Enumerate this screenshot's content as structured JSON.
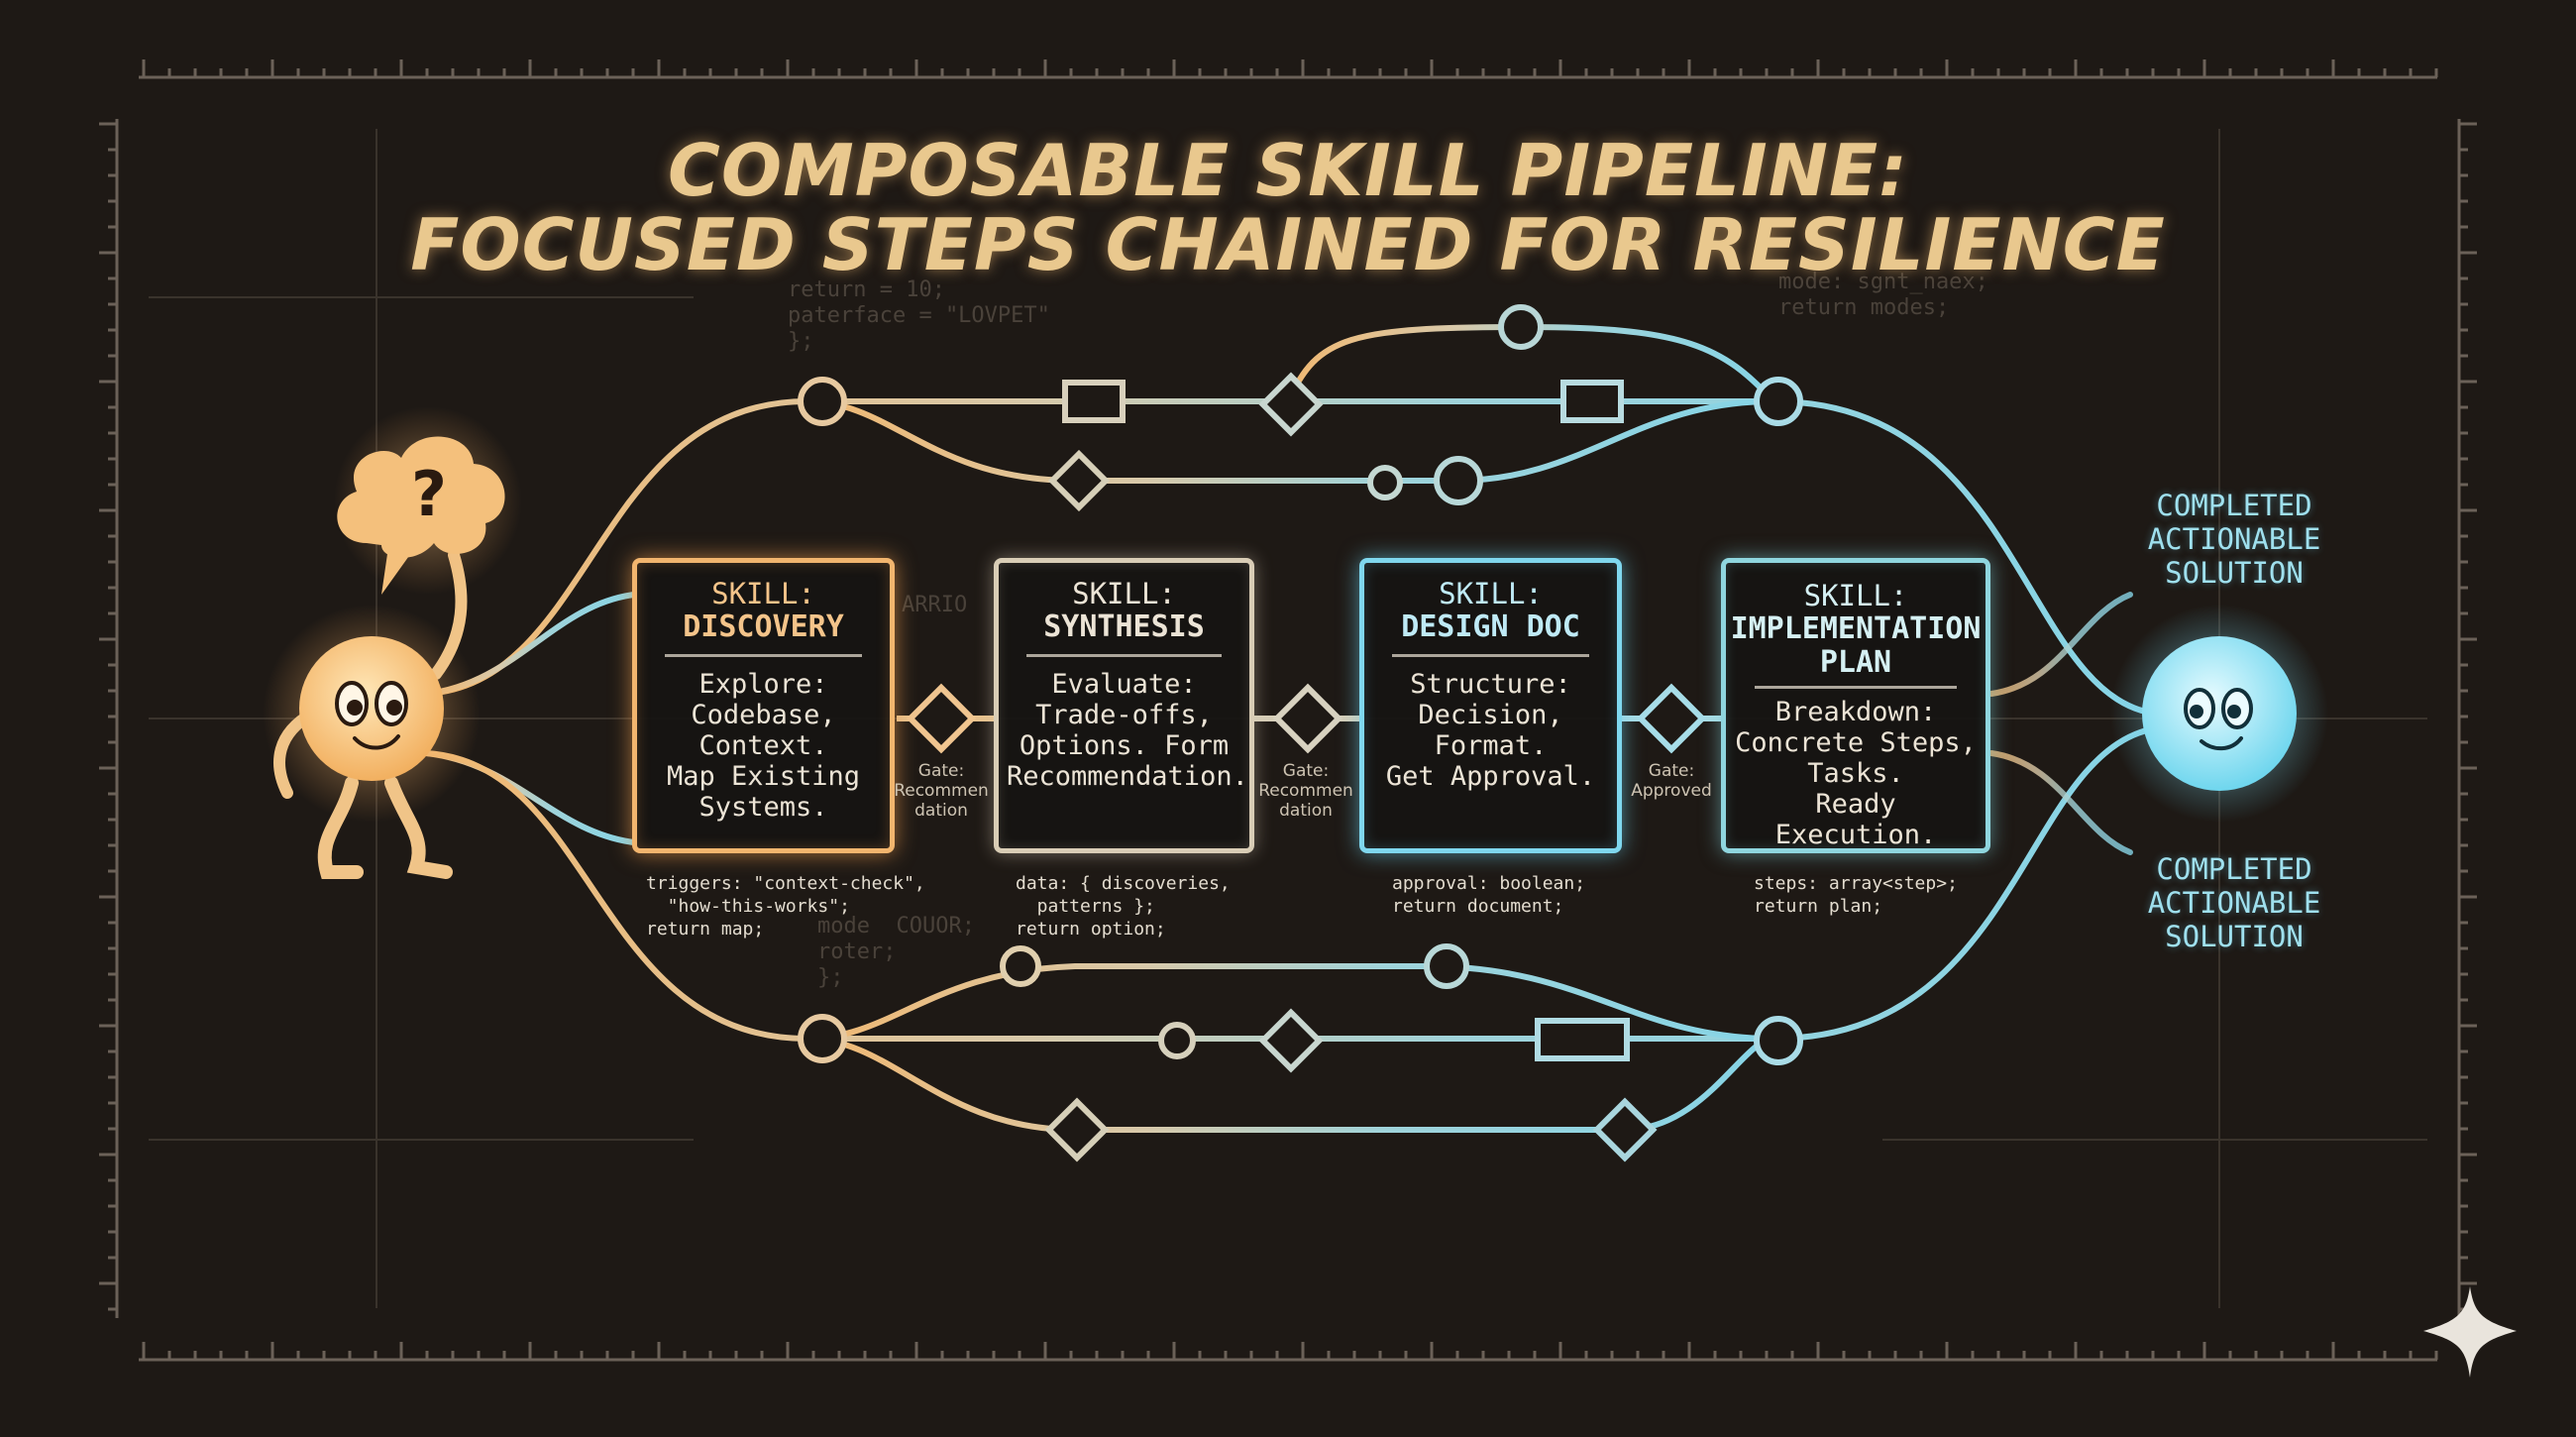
{
  "title": {
    "line1": "COMPOSABLE SKILL PIPELINE:",
    "line2": "FOCUSED STEPS CHAINED FOR RESILIENCE"
  },
  "background_code": {
    "top_left": "return = 10;\npaterface = \"LOVPET\"\n};",
    "top_right": "mode: sgnt_naex;\nreturn modes;",
    "mid_left": "ARRIO",
    "bottom_left": "mode  COUOR;\nroter;\n};"
  },
  "start_character": {
    "thought_bubble": "?"
  },
  "skills": [
    {
      "label": "SKILL:",
      "name": "DISCOVERY",
      "description": "Explore:\nCodebase,\nContext.\nMap Existing\nSystems.",
      "color": "#f2b56e"
    },
    {
      "label": "SKILL:",
      "name": "SYNTHESIS",
      "description": "Evaluate:\nTrade-offs,\nOptions. Form\nRecommendation.",
      "color": "#d9cdb6"
    },
    {
      "label": "SKILL:",
      "name": "DESIGN DOC",
      "description": "Structure:\nDecision,\nFormat.\nGet Approval.",
      "color": "#7fd7ee"
    },
    {
      "label": "SKILL:",
      "name": "IMPLEMENTATION\nPLAN",
      "description": "Breakdown:\nConcrete Steps,\nTasks.\nReady Execution.",
      "color": "#8fd6df"
    }
  ],
  "gates": [
    {
      "label": "Gate:\nRecommen\ndation"
    },
    {
      "label": "Gate:\nRecommen\ndation"
    },
    {
      "label": "Gate:\nApproved"
    }
  ],
  "code_notes": [
    "triggers: \"context-check\",\n  \"how-this-works\";\nreturn map;",
    "data: { discoveries,\n  patterns };\nreturn option;",
    "approval: boolean;\nreturn document;",
    "steps: array<step>;\nreturn plan;"
  ],
  "outcomes": {
    "top": "COMPLETED\nACTIONABLE\nSOLUTION",
    "bottom": "COMPLETED\nACTIONABLE\nSOLUTION"
  },
  "colors": {
    "background": "#1e1915",
    "title": "#e9c88e",
    "warm": "#f2b56e",
    "cool": "#7fd7ee",
    "track": "#b9d3cf"
  }
}
